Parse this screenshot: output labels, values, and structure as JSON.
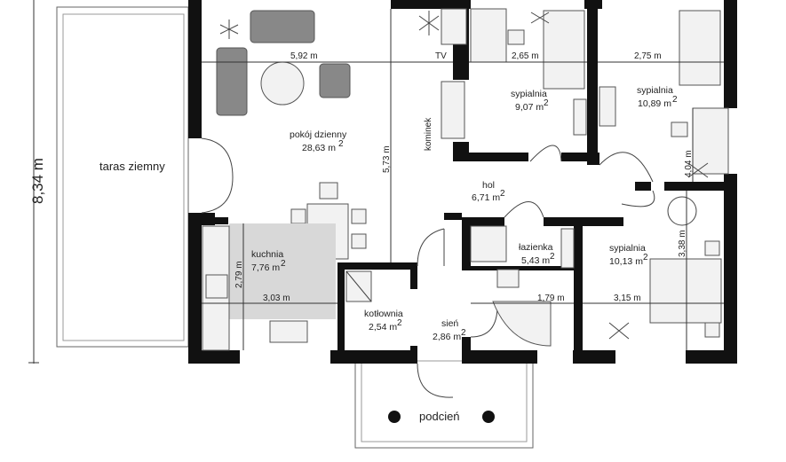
{
  "side_dimension": "8,34 m",
  "terrace": {
    "label": "taras ziemny"
  },
  "living_room": {
    "name": "pokój dzienny",
    "area": "28,63 m",
    "width": "5,92 m",
    "length": "5,73 m",
    "tv": "TV",
    "fireplace": "kominek"
  },
  "bedroom1": {
    "name": "sypialnia",
    "area": "9,07 m",
    "width": "2,65 m"
  },
  "bedroom2": {
    "name": "sypialnia",
    "area": "10,89 m",
    "width": "2,75 m",
    "length": "4,04 m"
  },
  "bedroom3": {
    "name": "sypialnia",
    "area": "10,13 m",
    "width": "3,15 m",
    "length": "3,38 m"
  },
  "hall": {
    "name": "hol",
    "area": "6,71 m"
  },
  "bathroom": {
    "name": "łazienka",
    "area": "5,43 m",
    "width": "1,79 m"
  },
  "kitchen": {
    "name": "kuchnia",
    "area": "7,76 m",
    "width": "3,03 m",
    "length": "2,79 m"
  },
  "boiler_room": {
    "name": "kotłownia",
    "area": "2,54 m"
  },
  "vestibule": {
    "name": "sień",
    "area": "2,86 m"
  },
  "porch": {
    "name": "podcień"
  },
  "unit_sup": "2"
}
